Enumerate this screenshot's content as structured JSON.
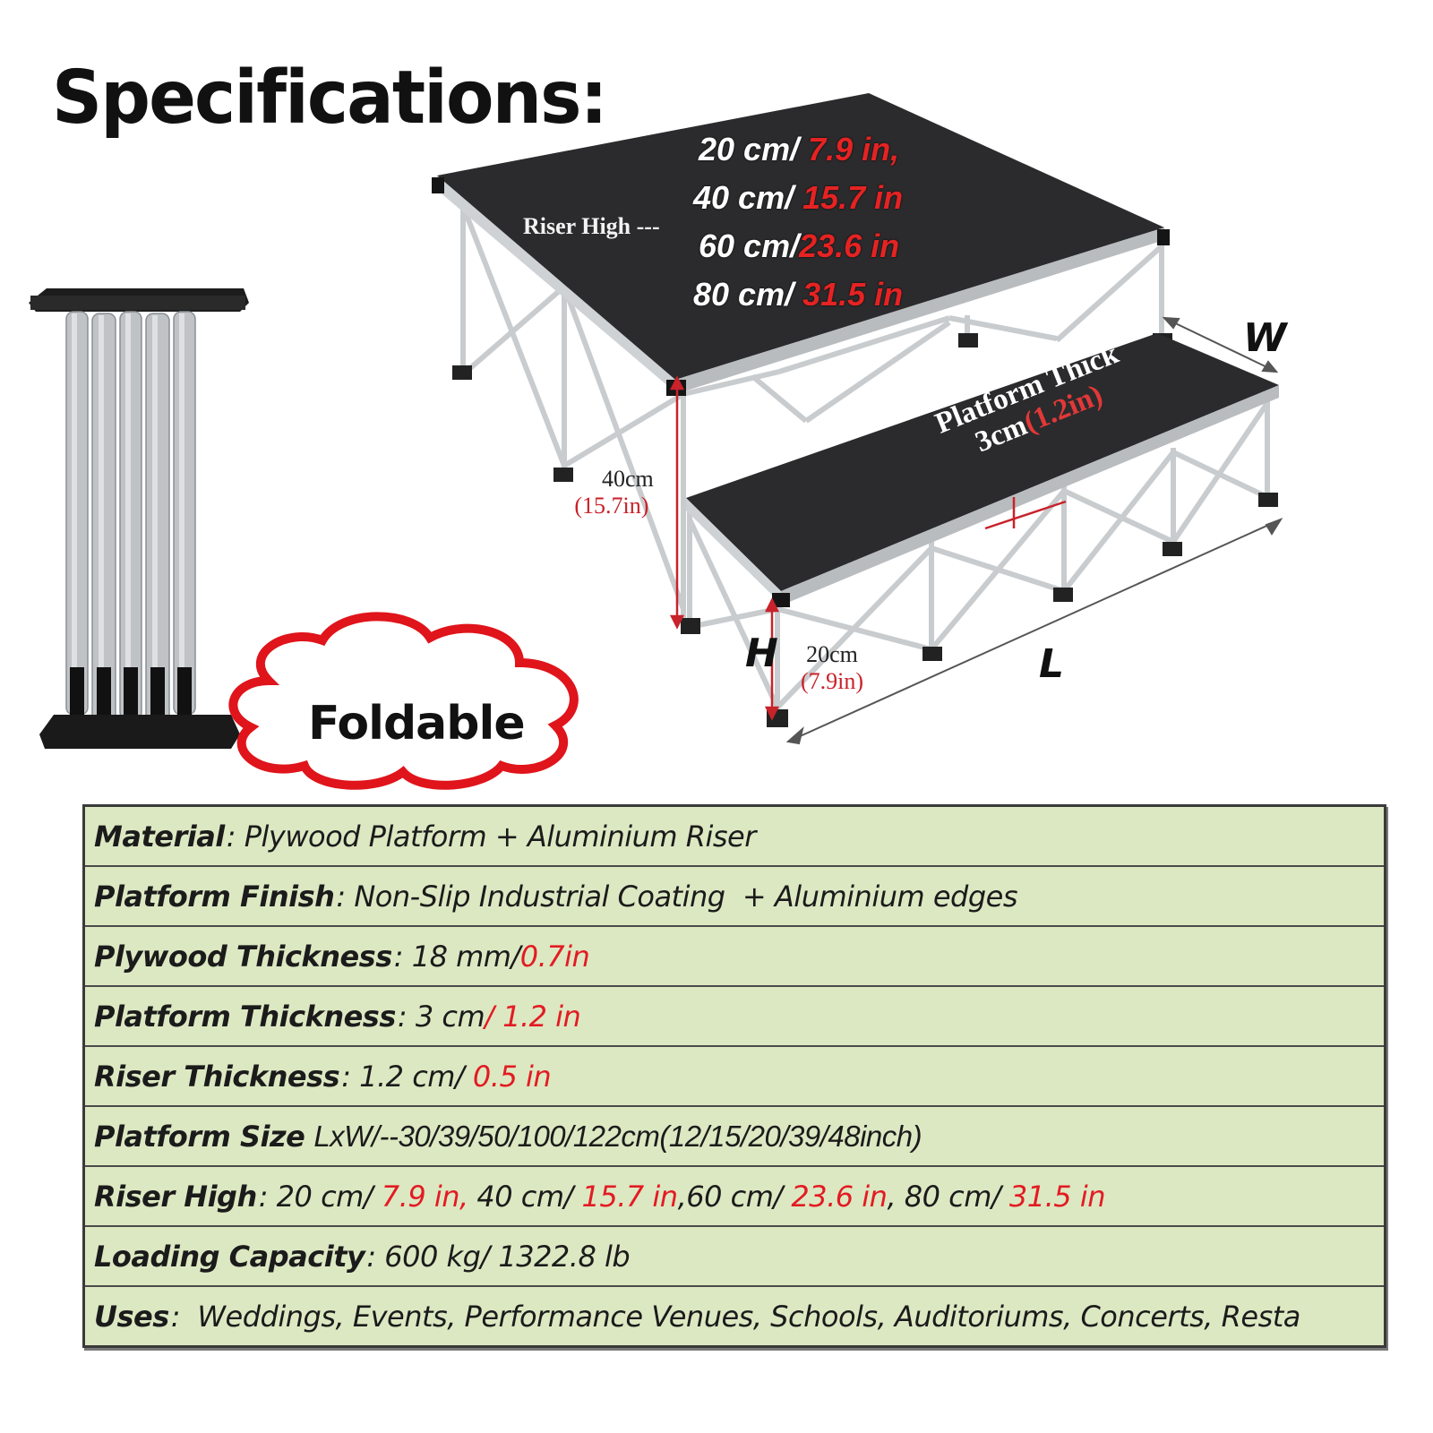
{
  "title": "Specifications:",
  "riser_label": "Riser High ---",
  "riser_heights": [
    {
      "metric": "20 cm/ ",
      "imperial": "7.9 in,"
    },
    {
      "metric": "40 cm/ ",
      "imperial": "15.7 in"
    },
    {
      "metric": "60 cm/",
      "imperial": "23.6 in"
    },
    {
      "metric": "80 cm/ ",
      "imperial": "31.5 in"
    }
  ],
  "dimension_labels": {
    "tall_metric": "40cm",
    "tall_imperial": "(15.7in)",
    "short_metric": "20cm",
    "short_imperial": "(7.9in)",
    "h": "H",
    "l": "L",
    "w": "W",
    "platform_thick_title": "Platform Thick",
    "platform_thick_metric": "3cm",
    "platform_thick_imperial": "(1.2in)"
  },
  "foldable": "Foldable",
  "specs": [
    {
      "label": "Material",
      "sep": ":",
      "parts": [
        {
          "t": " Plywood Platform + Aluminium Riser",
          "c": "dark"
        }
      ]
    },
    {
      "label": "Platform Finish",
      "sep": ":",
      "parts": [
        {
          "t": " Non-Slip Industrial Coating  + Aluminium edges",
          "c": "dark"
        }
      ]
    },
    {
      "label": "Plywood Thickness",
      "sep": ":",
      "parts": [
        {
          "t": " 18 mm/",
          "c": "dark"
        },
        {
          "t": "0.7in",
          "c": "red"
        }
      ]
    },
    {
      "label": "Platform Thickness",
      "sep": ":",
      "parts": [
        {
          "t": " 3 cm",
          "c": "dark"
        },
        {
          "t": "/ 1.2 in",
          "c": "red"
        }
      ]
    },
    {
      "label": "Riser Thickness",
      "sep": ":",
      "parts": [
        {
          "t": " 1.2 cm/ ",
          "c": "dark"
        },
        {
          "t": "0.5 in",
          "c": "red"
        }
      ]
    },
    {
      "label": "Platform Size",
      "sep": "",
      "parts": [
        {
          "t": "LxW/--30/39/50/100/122cm(12/15/20/39/48inch)",
          "c": "size"
        }
      ]
    },
    {
      "label": "Riser High",
      "sep": ":",
      "parts": [
        {
          "t": " 20 cm/ ",
          "c": "dark"
        },
        {
          "t": "7.9 in,",
          "c": "red"
        },
        {
          "t": " 40 cm/ ",
          "c": "dark"
        },
        {
          "t": "15.7 in",
          "c": "red"
        },
        {
          "t": ",60 cm/ ",
          "c": "dark"
        },
        {
          "t": "23.6 in",
          "c": "red"
        },
        {
          "t": ", 80 cm/ ",
          "c": "dark"
        },
        {
          "t": "31.5 in",
          "c": "red"
        }
      ]
    },
    {
      "label": "Loading Capacity",
      "sep": ":",
      "parts": [
        {
          "t": " 600 kg/ 1322.8 lb",
          "c": "dark"
        }
      ]
    },
    {
      "label": "Uses",
      "sep": ":",
      "parts": [
        {
          "t": "  Weddings, Events, Performance Venues, Schools, Auditoriums, Concerts, Resta",
          "c": "dark"
        }
      ]
    }
  ]
}
